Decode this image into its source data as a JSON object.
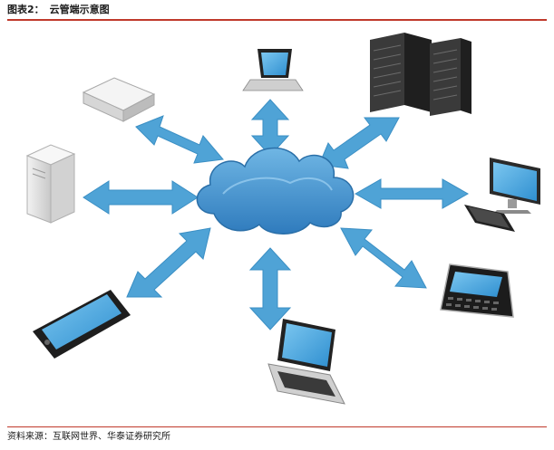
{
  "header": {
    "figure_label": "图表2：",
    "title": "云管端示意图"
  },
  "footer": {
    "source": "资料来源：互联网世界、华泰证券研究所"
  },
  "diagram": {
    "hub": "cloud-icon",
    "nodes": [
      "set-top-box-icon",
      "laptop-icon",
      "server-rack-icon",
      "desktop-computer-icon",
      "pc-tower-icon",
      "smartphone-icon",
      "laptop-icon",
      "mobile-phone-icon"
    ],
    "colors": {
      "arrow": "#4fa3d6",
      "cloud": "#3f8fcb",
      "accent": "#c0392b"
    }
  }
}
